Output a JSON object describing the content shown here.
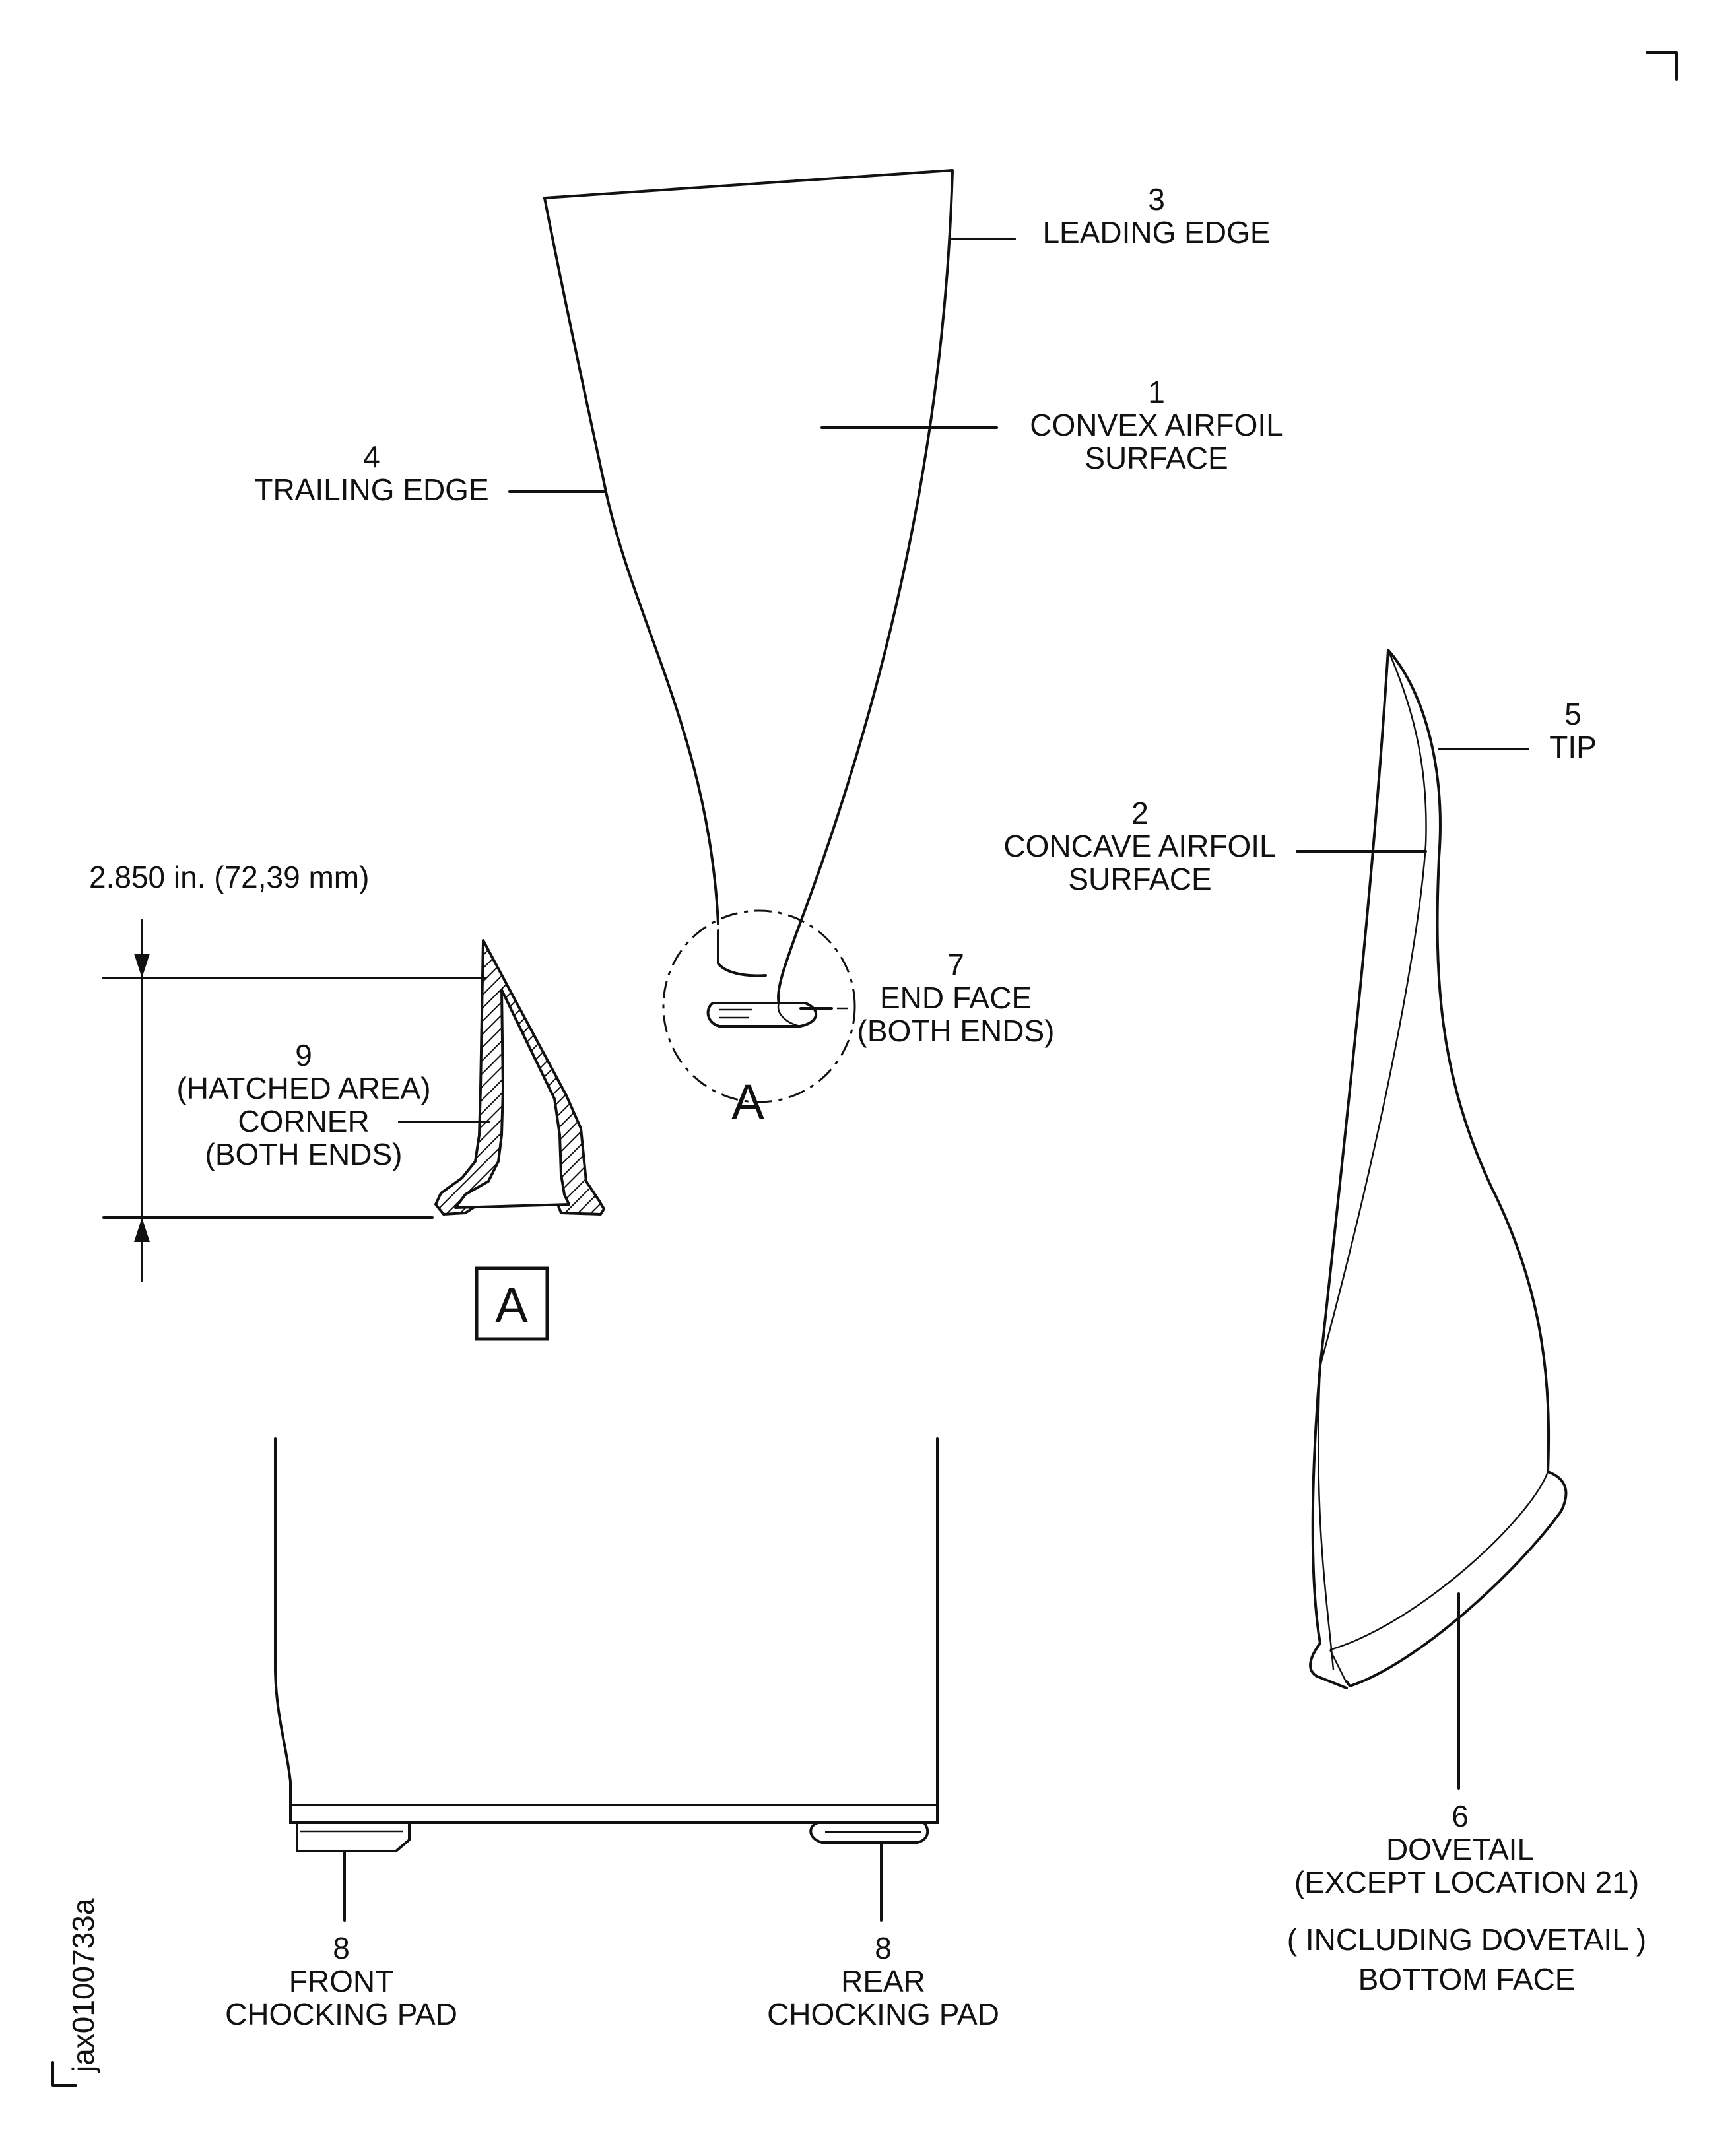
{
  "callouts": {
    "leading_edge": {
      "num": "3",
      "text": "LEADING EDGE"
    },
    "convex": {
      "num": "1",
      "line1": "CONVEX AIRFOIL",
      "line2": "SURFACE"
    },
    "trailing_edge": {
      "num": "4",
      "text": "TRAILING EDGE"
    },
    "tip": {
      "num": "5",
      "text": "TIP"
    },
    "concave": {
      "num": "2",
      "line1": "CONCAVE AIRFOIL",
      "line2": "SURFACE"
    },
    "end_face": {
      "num": "7",
      "line1": "END FACE",
      "line2": "(BOTH ENDS)"
    },
    "corner": {
      "num": "9",
      "line1": "(HATCHED AREA)",
      "line2": "CORNER",
      "line3": "(BOTH ENDS)"
    },
    "dovetail": {
      "num": "6",
      "line1": "DOVETAIL",
      "line2": "(EXCEPT LOCATION 21)",
      "line3": "( INCLUDING DOVETAIL )",
      "line4": "BOTTOM FACE"
    },
    "front_pad": {
      "num": "8",
      "line1": "FRONT",
      "line2": "CHOCKING PAD"
    },
    "rear_pad": {
      "num": "8",
      "line1": "REAR",
      "line2": "CHOCKING PAD"
    }
  },
  "dimension": "2.850 in. (72,39 mm)",
  "detail_circle_label": "A",
  "detail_box_label": "A",
  "figure_id": "jax0100733a"
}
